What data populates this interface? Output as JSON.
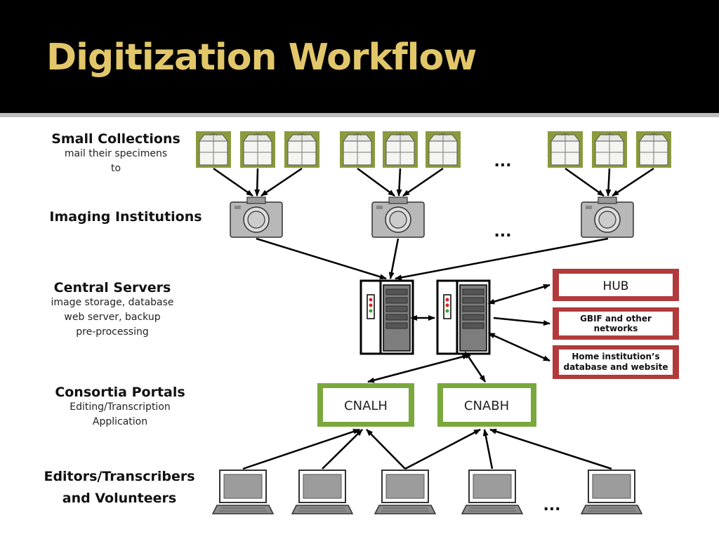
{
  "slide": {
    "title": "Digitization Workflow"
  },
  "rows": {
    "small_collections": {
      "heading": "Small Collections",
      "sub1": "mail their specimens",
      "sub2": "to"
    },
    "imaging": {
      "heading": "Imaging Institutions"
    },
    "central": {
      "heading": "Central Servers",
      "sub1": "image storage, database",
      "sub2": "web server, backup",
      "sub3": "pre-processing"
    },
    "portals": {
      "heading": "Consortia Portals",
      "sub1": "Editing/Transcription",
      "sub2": "Application"
    },
    "editors": {
      "heading1": "Editors/Transcribers",
      "heading2": "and Volunteers"
    }
  },
  "portals": [
    "CNALH",
    "CNABH"
  ],
  "outputs": {
    "hub": "HUB",
    "gbif_1": "GBIF and other",
    "gbif_2": "networks",
    "home_1": "Home institution’s",
    "home_2": "database and website"
  },
  "ellipsis": "...",
  "colors": {
    "title": "#e2c76a",
    "specimen_box": "#8a9a3c",
    "portal_border": "#7aa83c",
    "output_border": "#b23a3a"
  }
}
